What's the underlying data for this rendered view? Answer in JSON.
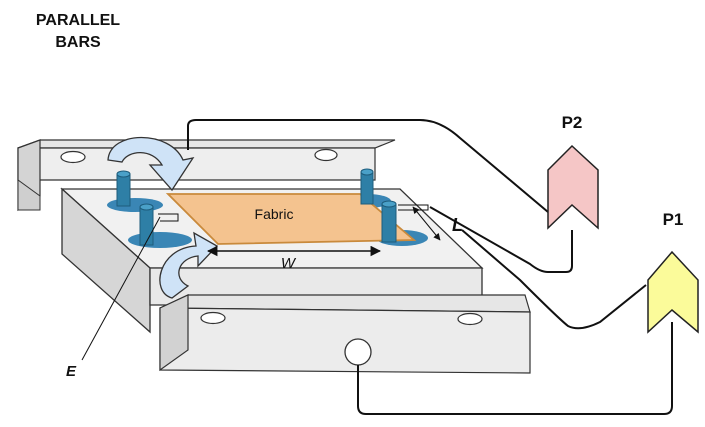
{
  "title": {
    "line1": "PARALLEL",
    "line2": "BARS"
  },
  "labels": {
    "fabric": "Fabric",
    "width": "W",
    "length": "L",
    "electrode": "E",
    "p1": "P1",
    "p2": "P2"
  },
  "colors": {
    "p1_body": "#fbfb9a",
    "p2_body": "#f5c6c6",
    "fabric": "#f4c38f",
    "fabric_edge": "#c98a3c",
    "posts": "#2e7fa6",
    "post_shadow": "#3a86b5",
    "rotation_arrow": "#cfe3f7"
  }
}
